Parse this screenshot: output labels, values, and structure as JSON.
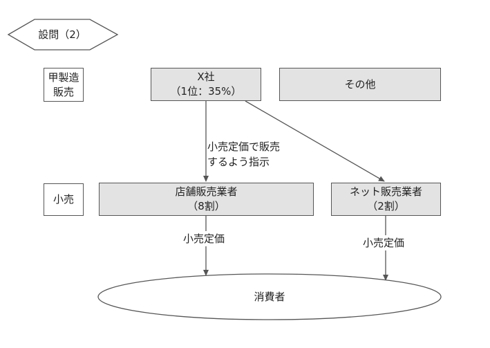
{
  "question": "設問（2）",
  "stages": {
    "manufacturer": [
      "甲製造",
      "販売"
    ],
    "retail": "小売"
  },
  "nodes": {
    "company_x": {
      "line1": "X社",
      "line2": "（1位：35%）"
    },
    "others": "その他",
    "store_sellers": {
      "line1": "店舗販売業者",
      "line2": "（8割）"
    },
    "net_sellers": {
      "line1": "ネット販売業者",
      "line2": "（2割）"
    },
    "consumer": "消費者"
  },
  "edges": {
    "instruction": [
      "小売定価で販売",
      "するよう指示"
    ],
    "store_to_consumer": "小売定価",
    "net_to_consumer": "小売定価"
  },
  "colors": {
    "node_fill": "#e3e3e3",
    "stroke": "#555555"
  }
}
